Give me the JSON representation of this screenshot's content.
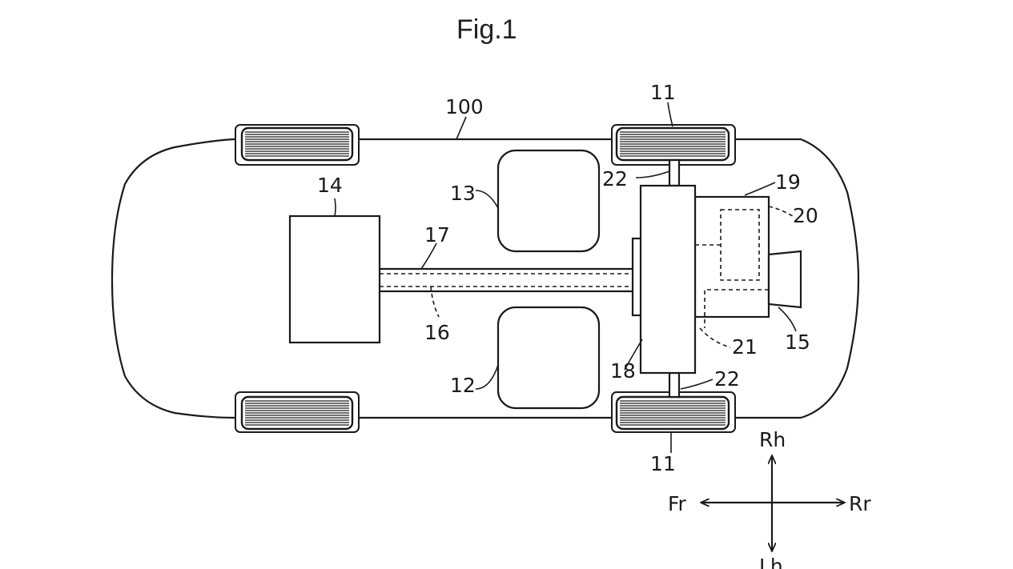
{
  "figure": {
    "title": "Fig.1"
  },
  "labels": {
    "vehicle": "100",
    "wheel_top": "11",
    "wheel_bottom": "11",
    "seat_rear": "12",
    "seat_front": "13",
    "engine": "14",
    "output_15": "15",
    "inner_shaft": "16",
    "outer_shaft": "17",
    "unit_18": "18",
    "unit_19": "19",
    "part_20": "20",
    "part_21": "21",
    "axle_top": "22",
    "axle_bottom": "22"
  },
  "direction": {
    "up": "Rh",
    "down": "Lh",
    "left": "Fr",
    "right": "Rr"
  }
}
